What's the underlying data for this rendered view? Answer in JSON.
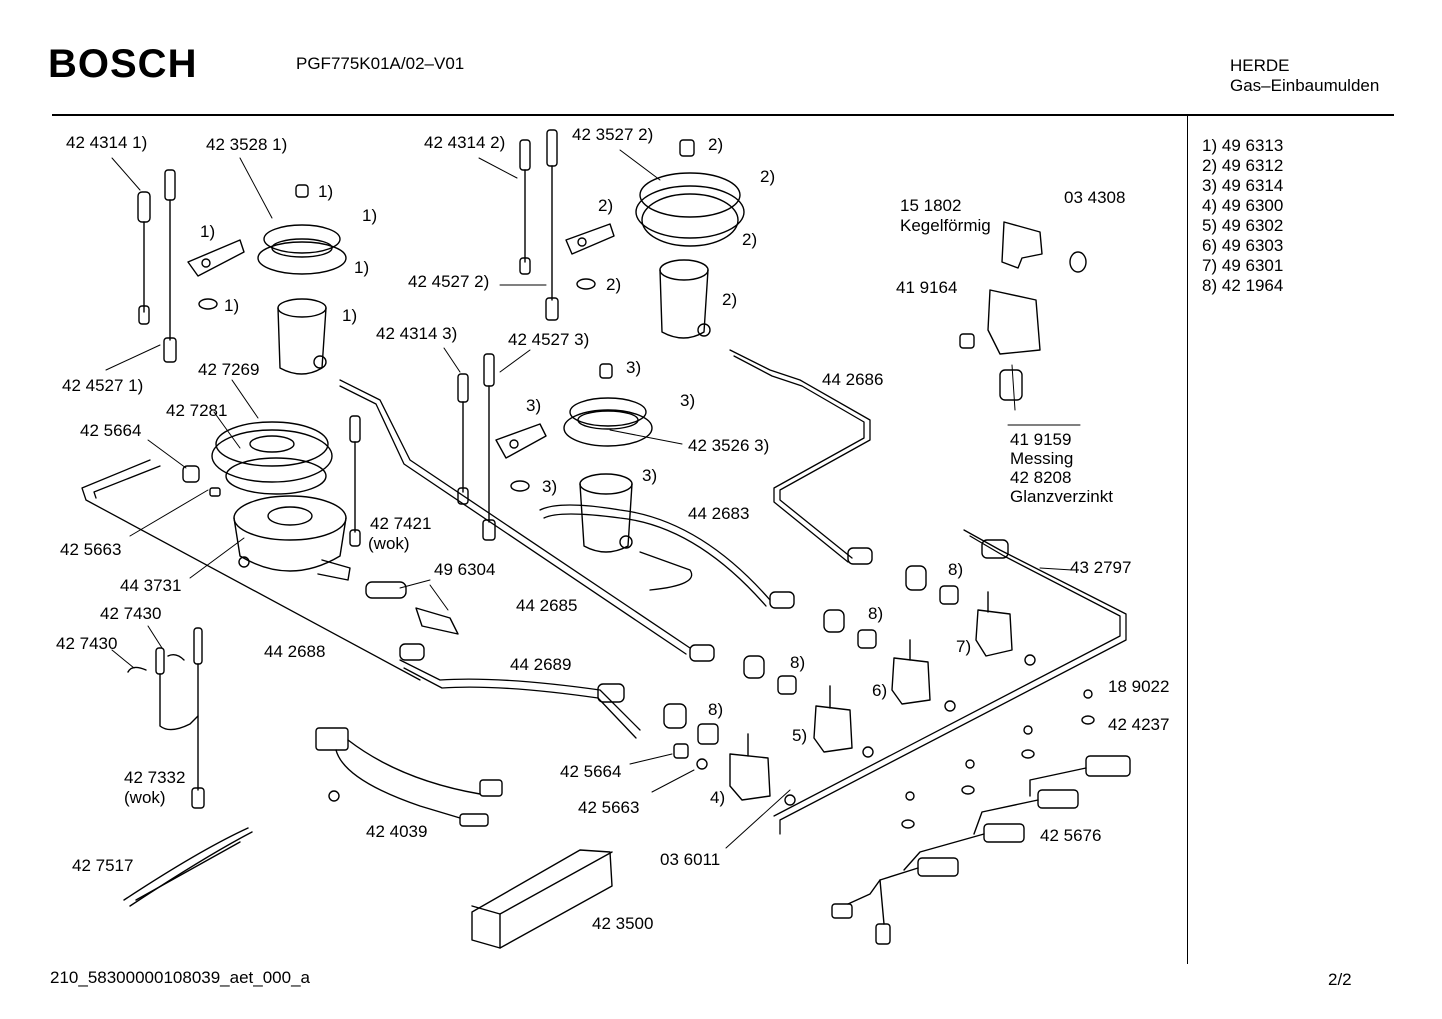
{
  "header": {
    "brand": "BOSCH",
    "model": "PGF775K01A/02–V01",
    "category_line1": "HERDE",
    "category_line2": "Gas–Einbaumulden"
  },
  "legend": [
    {
      "key": "1)",
      "part": "49 6313"
    },
    {
      "key": "2)",
      "part": "49 6312"
    },
    {
      "key": "3)",
      "part": "49 6314"
    },
    {
      "key": "4)",
      "part": "49 6300"
    },
    {
      "key": "5)",
      "part": "49 6302"
    },
    {
      "key": "6)",
      "part": "49 6303"
    },
    {
      "key": "7)",
      "part": "49 6301"
    },
    {
      "key": "8)",
      "part": "42 1964"
    }
  ],
  "labels": {
    "p424314_1": "42 4314 1)",
    "p423528_1": "42 3528 1)",
    "p424314_2": "42 4314 2)",
    "p423527_2": "42 3527 2)",
    "p151802": "15 1802",
    "kegel": "Kegelförmig",
    "p034308": "03 4308",
    "p419164": "41 9164",
    "p424527_2": "42 4527 2)",
    "p424314_3": "42 4314 3)",
    "p424527_3": "42 4527 3)",
    "p424527_1": "42 4527 1)",
    "p427269": "42 7269",
    "p427281": "42 7281",
    "p425664a": "42 5664",
    "p442686": "44 2686",
    "p423526_3": "42 3526 3)",
    "p419159": "41 9159",
    "messing": "Messing",
    "p428208": "42 8208",
    "glanz": "Glanzverzinkt",
    "p442683": "44 2683",
    "p427421": "42 7421",
    "wok1": "(wok)",
    "p425663a": "42 5663",
    "p443731": "44 3731",
    "p496304": "49 6304",
    "p432797": "43 2797",
    "p442685": "44 2685",
    "p427430a": "42 7430",
    "p427430b": "42 7430",
    "p442688": "44 2688",
    "p442689": "44 2689",
    "p189022": "18 9022",
    "p424237": "42 4237",
    "p425664b": "42 5664",
    "p425663b": "42 5663",
    "p427332": "42 7332",
    "wok2": "(wok)",
    "p424039": "42 4039",
    "p425676": "42 5676",
    "p036011": "03 6011",
    "p427517": "42 7517",
    "p423500": "42 3500",
    "k1a": "1)",
    "k1b": "1)",
    "k1c": "1)",
    "k1d": "1)",
    "k1e": "1)",
    "k1f": "1)",
    "k2a": "2)",
    "k2b": "2)",
    "k2c": "2)",
    "k2d": "2)",
    "k2e": "2)",
    "k2f": "2)",
    "k3a": "3)",
    "k3b": "3)",
    "k3c": "3)",
    "k3d": "3)",
    "k3e": "3)",
    "k8a": "8)",
    "k8b": "8)",
    "k8c": "8)",
    "k8d": "8)",
    "k7": "7)",
    "k6": "6)",
    "k5": "5)",
    "k4": "4)"
  },
  "footer": {
    "doc_id": "210_58300000108039_aet_000_a",
    "page": "2/2"
  }
}
